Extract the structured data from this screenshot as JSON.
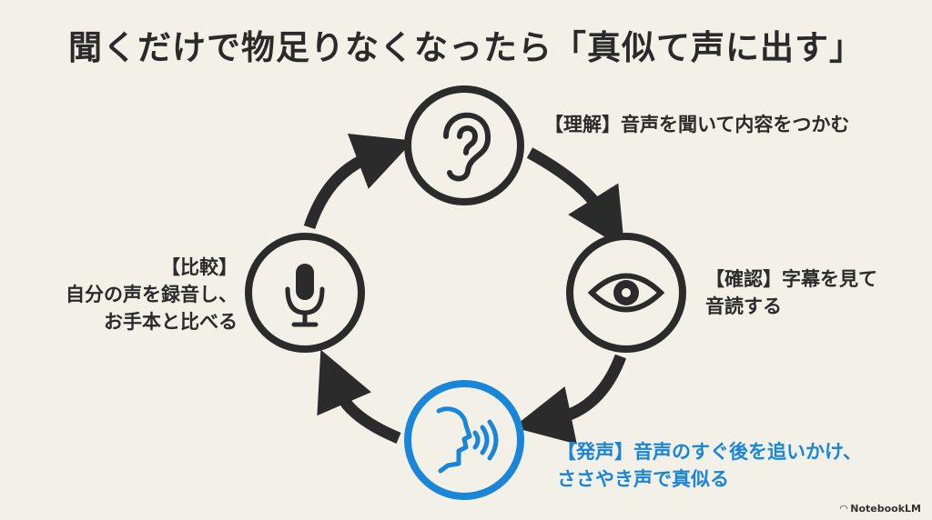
{
  "title": "聞くだけで物足りなくなったら「真似て声に出す」",
  "steps": {
    "understand": {
      "icon": "ear-icon",
      "label": "【理解】音声を聞いて内容をつかむ"
    },
    "check": {
      "icon": "eye-icon",
      "line1": "【確認】字幕を見て",
      "line2": "音読する"
    },
    "speak": {
      "icon": "speaking-head-icon",
      "line1": "【発声】音声のすぐ後を追いかけ、",
      "line2": "ささやき声で真似る",
      "color": "#1a86d8"
    },
    "compare": {
      "icon": "microphone-icon",
      "line1": "【比較】",
      "line2": "自分の声を録音し、",
      "line3": "お手本と比べる"
    }
  },
  "colors": {
    "dark": "#2b2b2b",
    "accent": "#1a86d8",
    "background": "#f3f0e8"
  },
  "brand": {
    "name": "NotebookLM",
    "icon": "notebooklm-logo-icon"
  }
}
